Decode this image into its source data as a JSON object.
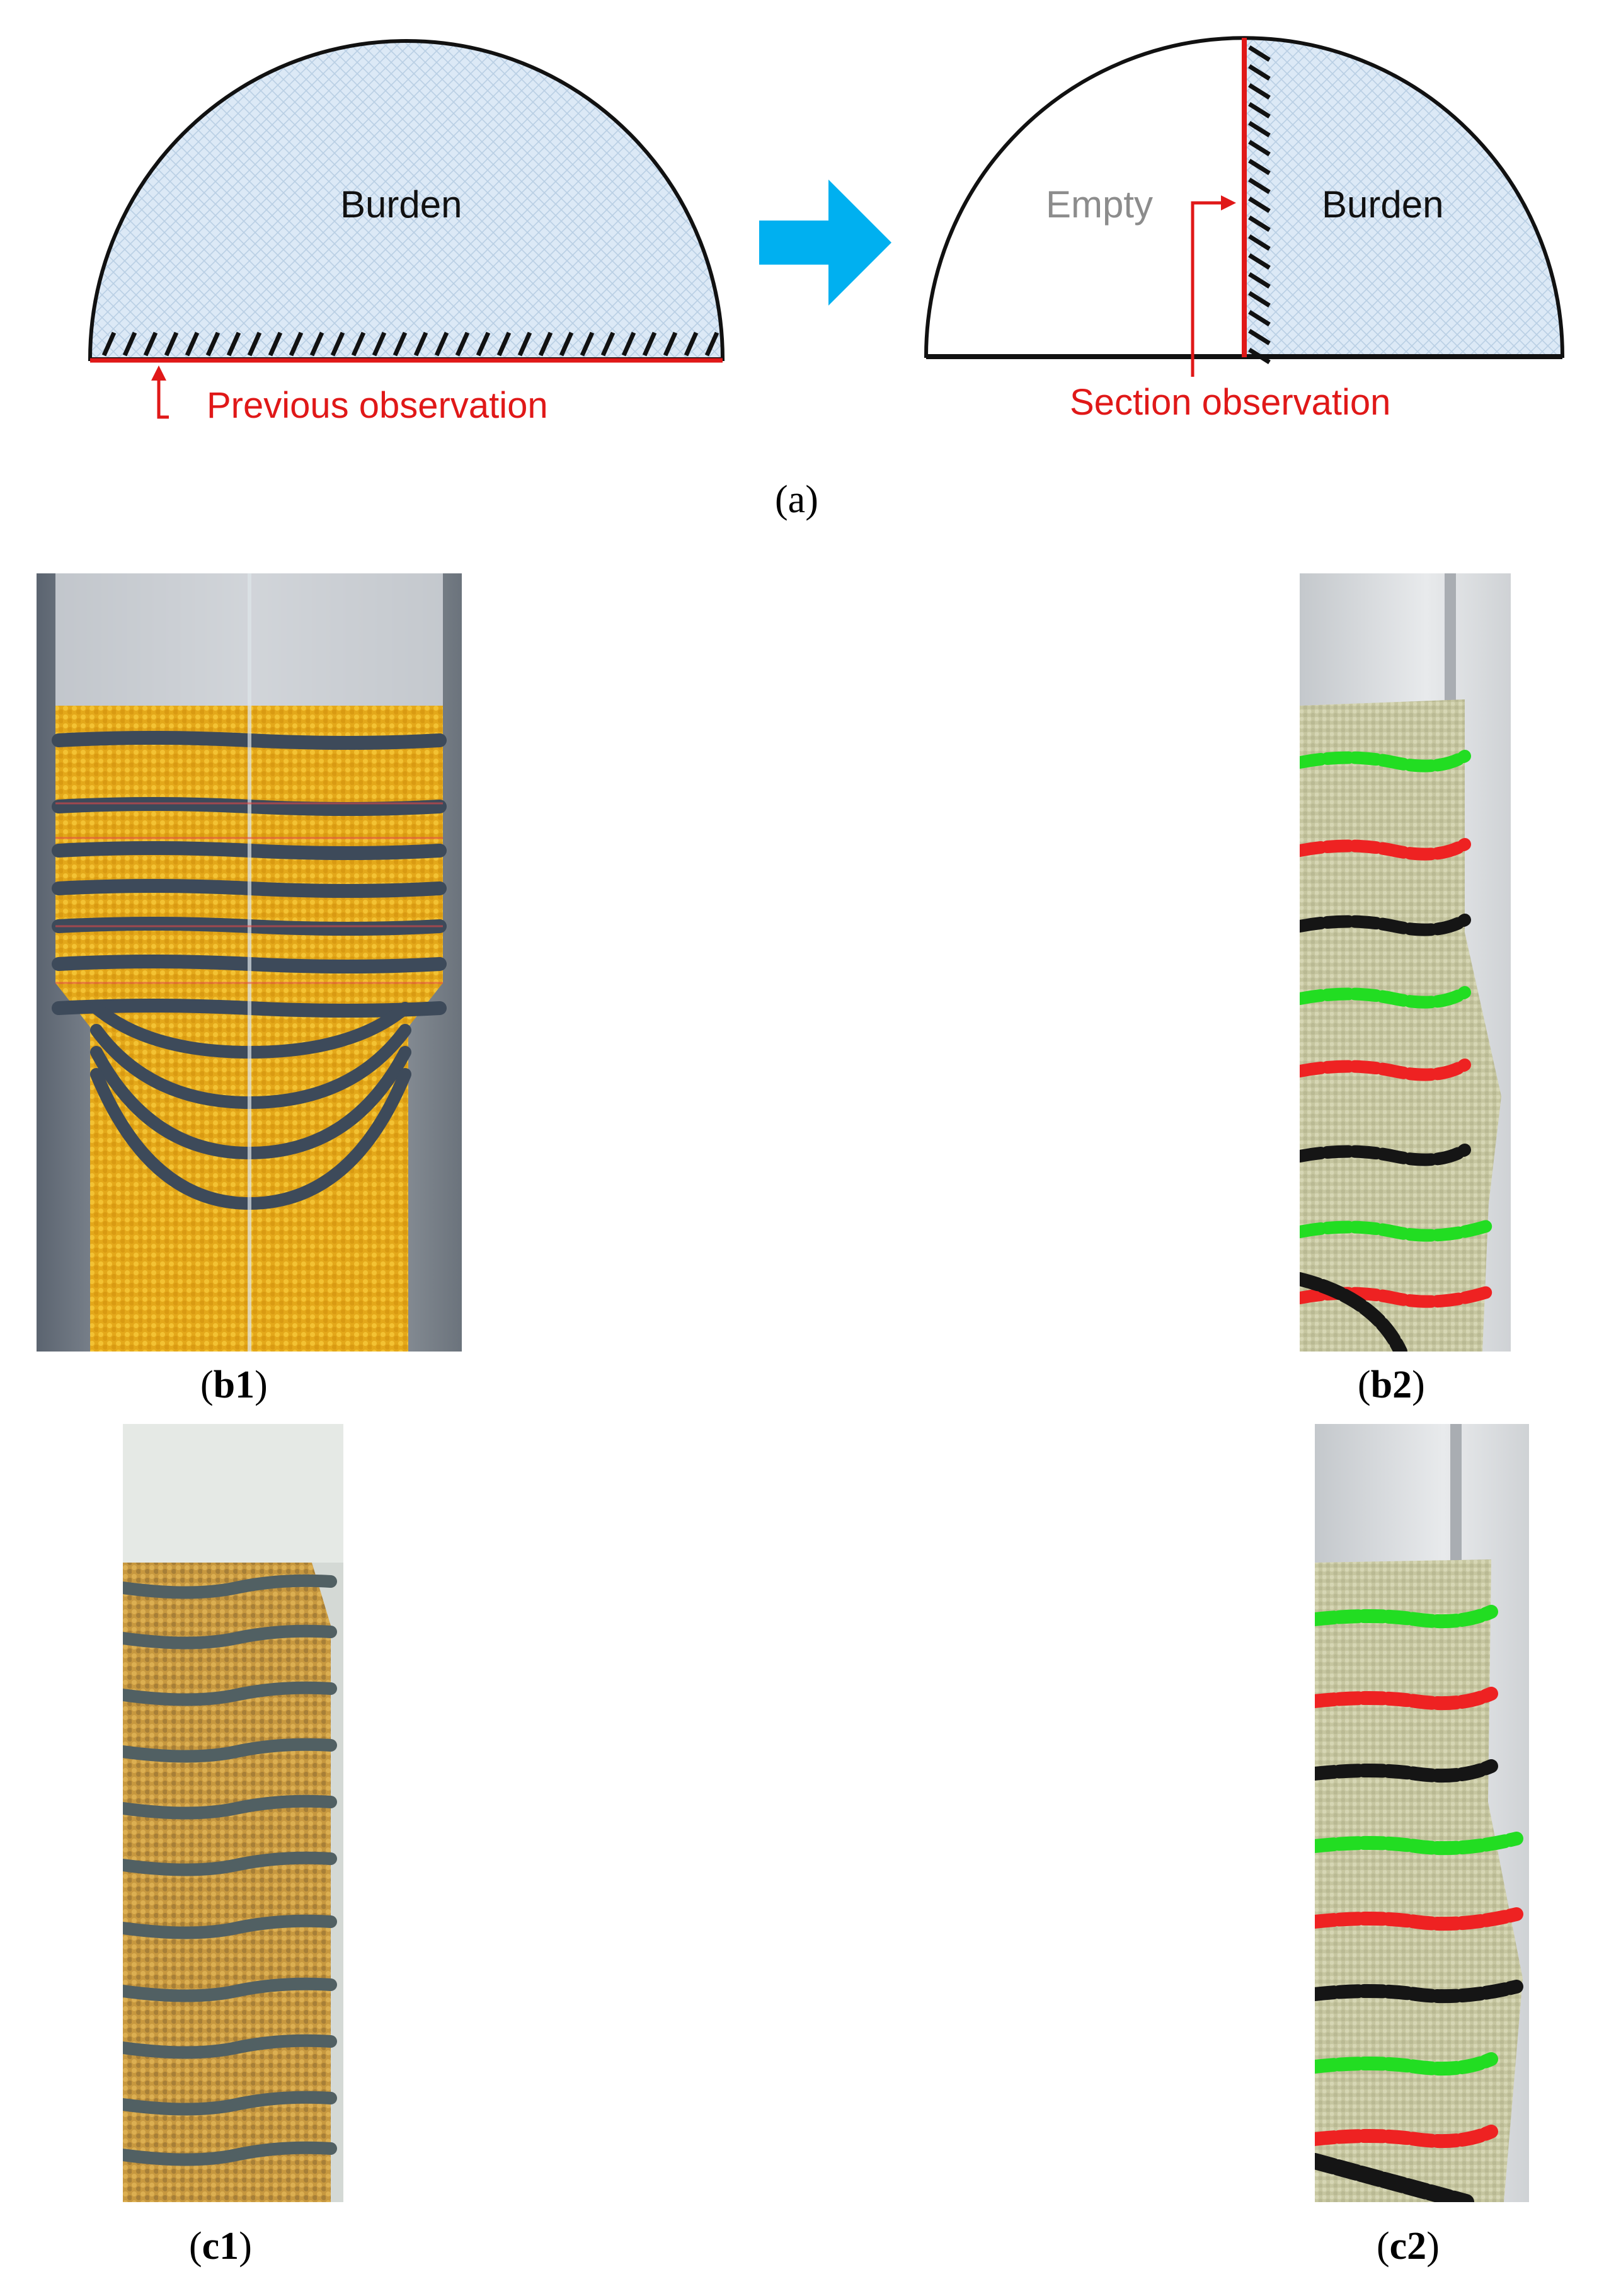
{
  "diagram_a": {
    "left_fill_label": "Burden",
    "left_annotation": "Previous observation",
    "right_empty_label": "Empty",
    "right_fill_label": "Burden",
    "right_annotation": "Section observation",
    "colors": {
      "burden_fill": "#d9e8f5",
      "observation_line": "#e01818",
      "arrow": "#00b0f0",
      "empty_label": "#8c8c8c"
    }
  },
  "captions": {
    "a": {
      "open": "(",
      "letter": "a",
      "close": ")"
    },
    "b1": {
      "open": "(",
      "letter": "b1",
      "close": ")"
    },
    "b2": {
      "open": "(",
      "letter": "b2",
      "close": ")"
    },
    "c1": {
      "open": "(",
      "letter": "c1",
      "close": ")"
    },
    "c2": {
      "open": "(",
      "letter": "c2",
      "close": ")"
    }
  },
  "panels": {
    "experiment": {
      "particle_color": "#e6ad1f",
      "layer_color": "#3d4a5a"
    },
    "simulation": {
      "particle_color": "#c9c9a4",
      "layer_colors": [
        "#22dd22",
        "#ee2222",
        "#151515"
      ]
    }
  }
}
